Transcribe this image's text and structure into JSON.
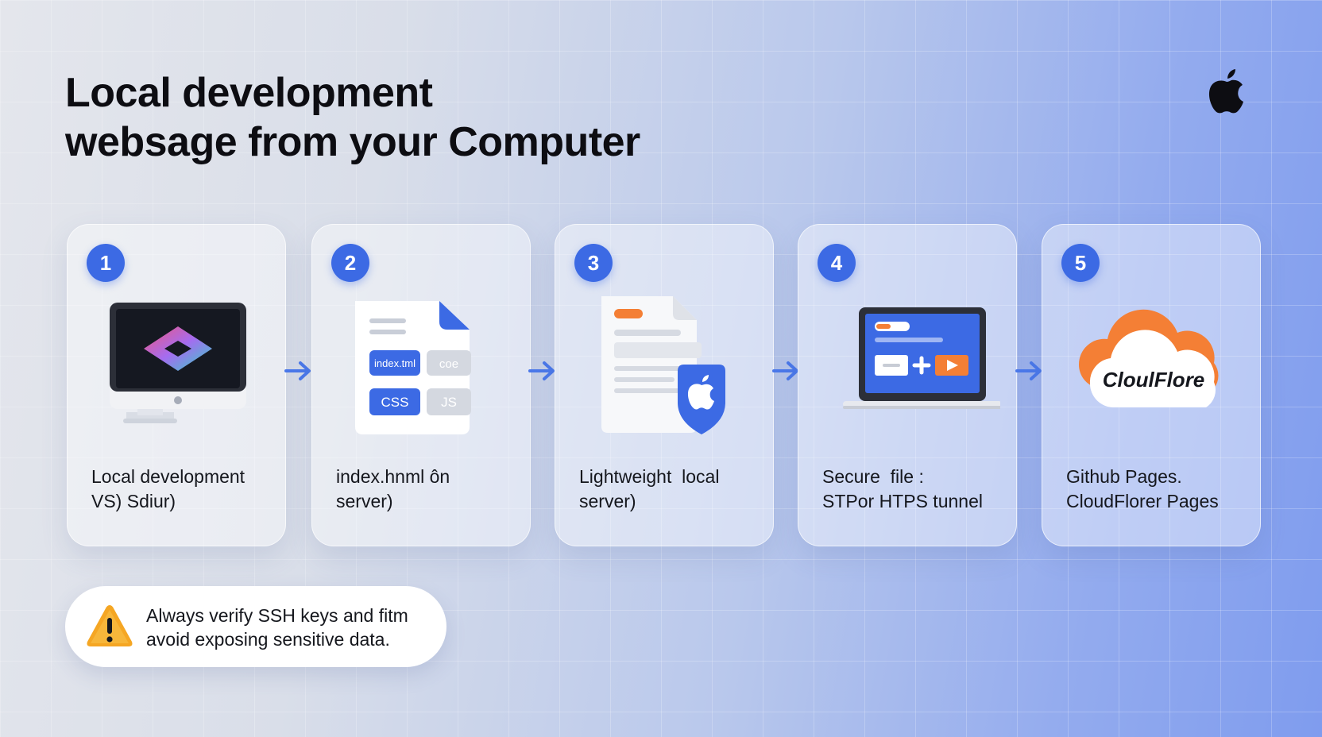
{
  "title": {
    "line1": "Local development",
    "line2": "websage from your Computer"
  },
  "steps": [
    {
      "number": "1",
      "icon": "desktop-monitor-icon",
      "line1": "Local development",
      "line2": "VS) Sdiur)"
    },
    {
      "number": "2",
      "icon": "html-file-icon",
      "line1": "index.hnml ôn",
      "line2": "server)",
      "tags": [
        "index.tml",
        "coe",
        "CSS",
        "JS"
      ]
    },
    {
      "number": "3",
      "icon": "document-server-icon",
      "line1": "Lightweight  local",
      "line2": "server)"
    },
    {
      "number": "4",
      "icon": "laptop-transfer-icon",
      "line1": "Secure  file :",
      "line2": "STPor HTPS tunnel"
    },
    {
      "number": "5",
      "icon": "cloud-icon",
      "line1": "Github Pages.",
      "line2": "CloudFlorer Pages",
      "cloud_label": "CloulFlore"
    }
  ],
  "warning": {
    "icon": "warning-icon",
    "line1": "Always verify SSH keys and fitm",
    "line2": "avoid exposing sensitive data."
  },
  "colors": {
    "accent_blue": "#3c6ae4",
    "orange": "#f47f35",
    "warning_yellow": "#f5a623",
    "title": "#0d0d12"
  }
}
